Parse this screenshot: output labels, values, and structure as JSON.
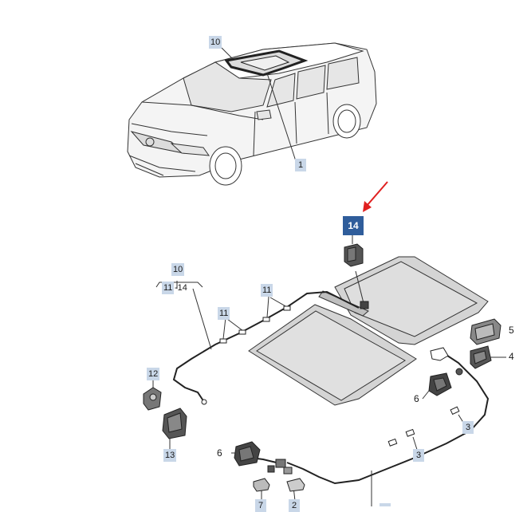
{
  "callouts": {
    "car_10": "10",
    "car_1": "1",
    "highlight_14": "14",
    "bracket_10": "10",
    "bracket_range_a": "11",
    "bracket_range_b": "-14",
    "c11_a": "11",
    "c11_b": "11",
    "c5": "5",
    "c4": "4",
    "c6_right": "6",
    "c3_a": "3",
    "c3_b": "3",
    "c12": "12",
    "c13": "13",
    "c6_left": "6",
    "c7": "7",
    "c2": "2"
  },
  "colors": {
    "callout_bg": "#c9d7e8",
    "highlight_bg": "#2f5d9b",
    "arrow": "#e02020",
    "line": "#333333",
    "glass_fill": "#d9d9d9"
  }
}
